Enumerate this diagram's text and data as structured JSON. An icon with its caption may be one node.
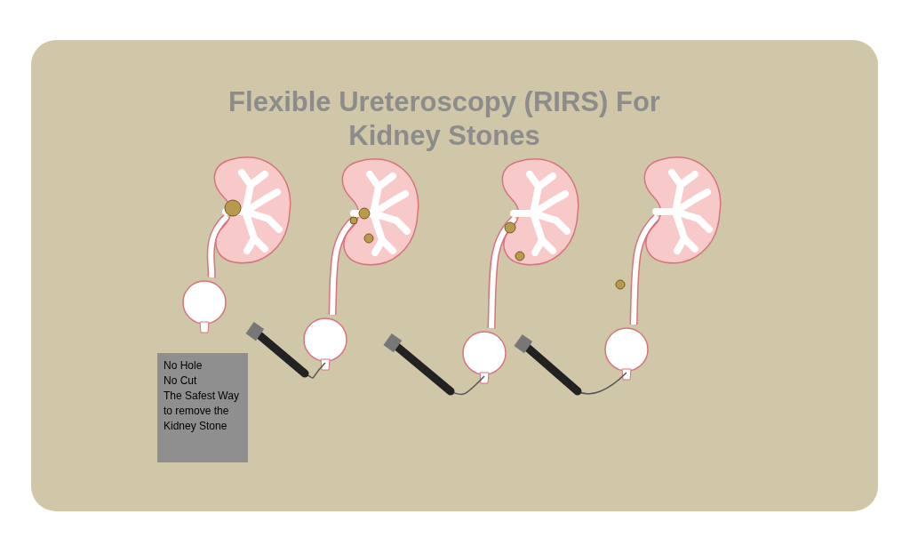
{
  "diagram": {
    "title": "Flexible Ureteroscopy (RIRS) For Kidney Stones",
    "nodes": [
      {
        "text": [
          "No Hole",
          "No Cut",
          "The Safest Way to remove the Kidney Stone"
        ]
      }
    ]
  }
}
